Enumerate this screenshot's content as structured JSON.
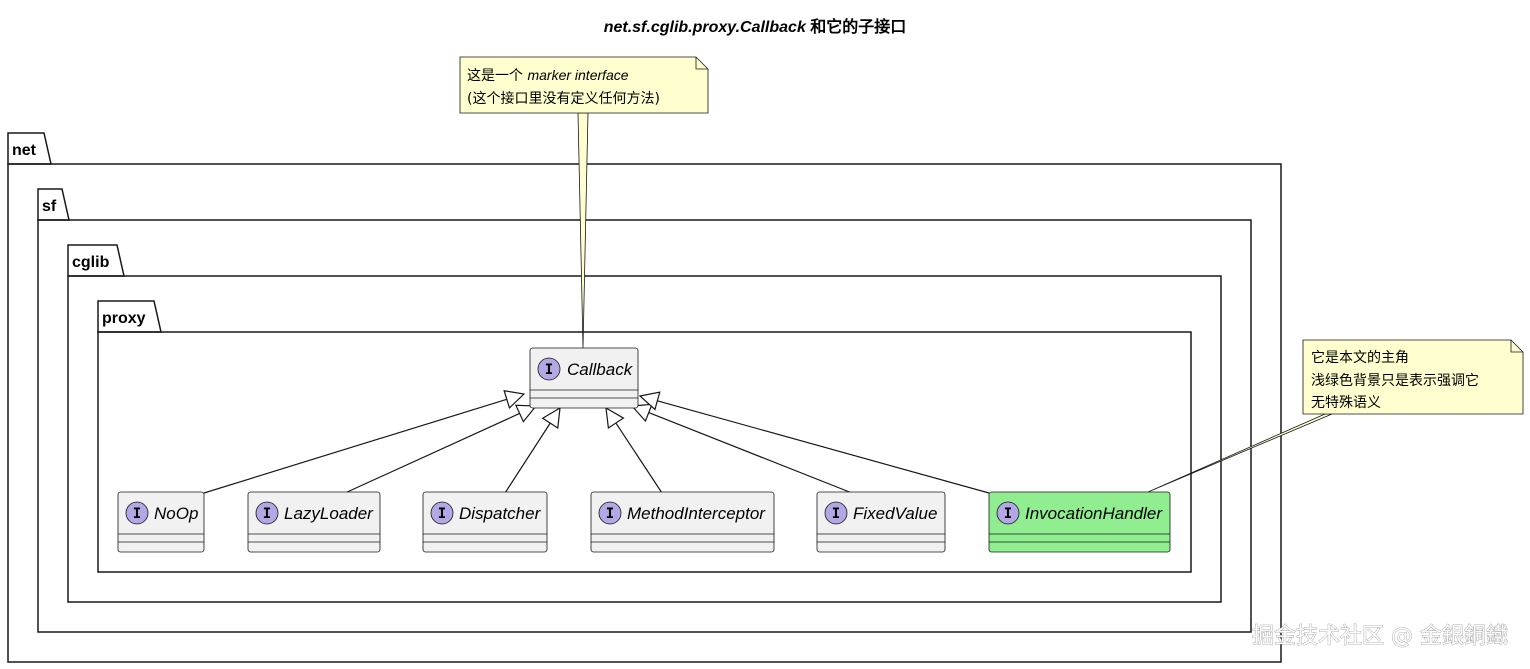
{
  "title": {
    "bold_italic": "net.sf.cglib.proxy.Callback",
    "rest": " 和它的子接口"
  },
  "packages": [
    {
      "name": "net"
    },
    {
      "name": "sf"
    },
    {
      "name": "cglib"
    },
    {
      "name": "proxy"
    }
  ],
  "interface_badge": "I",
  "root": {
    "name": "Callback"
  },
  "children": [
    {
      "name": "NoOp",
      "highlight": false
    },
    {
      "name": "LazyLoader",
      "highlight": false
    },
    {
      "name": "Dispatcher",
      "highlight": false
    },
    {
      "name": "MethodInterceptor",
      "highlight": false
    },
    {
      "name": "FixedValue",
      "highlight": false
    },
    {
      "name": "InvocationHandler",
      "highlight": true
    }
  ],
  "notes": {
    "marker": {
      "line1_prefix": "这是一个 ",
      "line1_italic": "marker interface",
      "line2": "(这个接口里没有定义任何方法)"
    },
    "invocation": {
      "line1": "它是本文的主角",
      "line2": "浅绿色背景只是表示强调它",
      "line3": "无特殊语义"
    }
  },
  "watermark": "掘金技术社区 @ 金銀銅鐵",
  "colors": {
    "class_fill": "#f1f1f1",
    "highlight_fill": "#90ee90",
    "badge_fill": "#b4a7e5",
    "note_fill": "#fefece",
    "line": "#181818"
  }
}
